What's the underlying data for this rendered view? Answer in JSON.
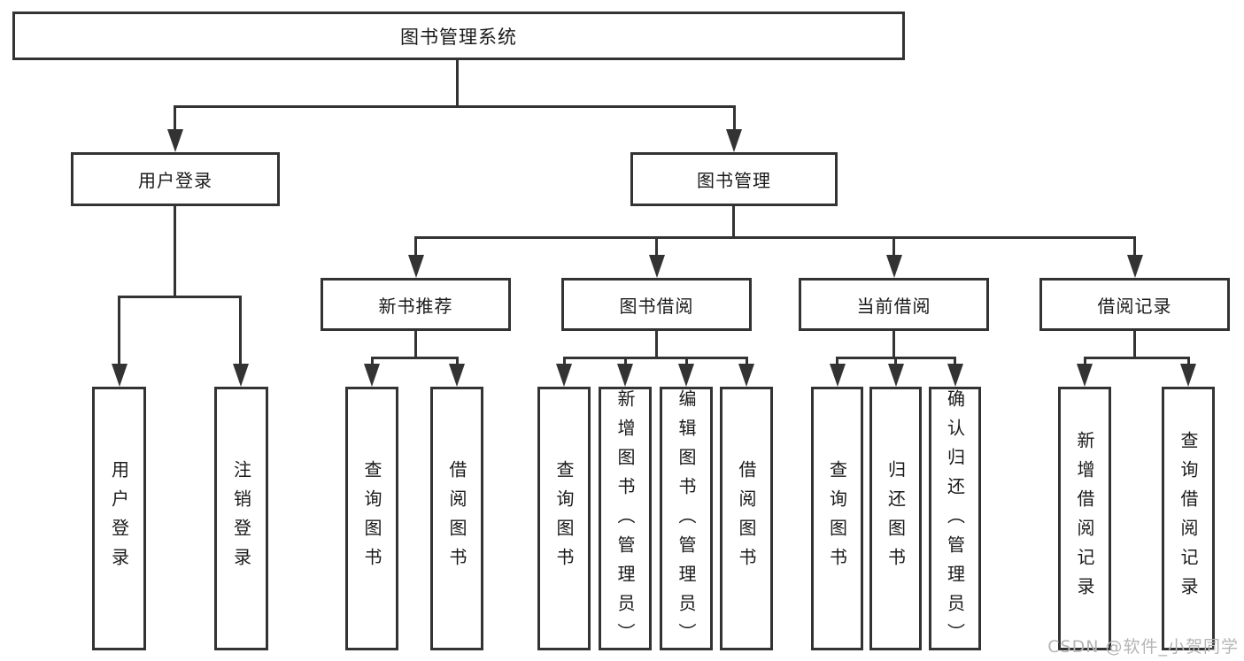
{
  "diagram": {
    "root": "图书管理系统",
    "level2": {
      "login": "用户登录",
      "management": "图书管理"
    },
    "level3": {
      "recommend": "新书推荐",
      "borrow": "图书借阅",
      "current": "当前借阅",
      "records": "借阅记录"
    },
    "leaves": {
      "login": [
        "用户登录",
        "注销登录"
      ],
      "recommend": [
        "查询图书",
        "借阅图书"
      ],
      "borrow": [
        "查询图书",
        "新增图书（管理员）",
        "编辑图书（管理员）",
        "借阅图书"
      ],
      "current": [
        "查询图书",
        "归还图书",
        "确认归还（管理员）"
      ],
      "records": [
        "新增借阅记录",
        "查询借阅记录"
      ]
    }
  },
  "watermark": "CSDN @软件_小贺同学",
  "colors": {
    "line": "#333333",
    "text": "#1a1a1a",
    "watermark": "#b5b5b5",
    "background": "#ffffff"
  }
}
